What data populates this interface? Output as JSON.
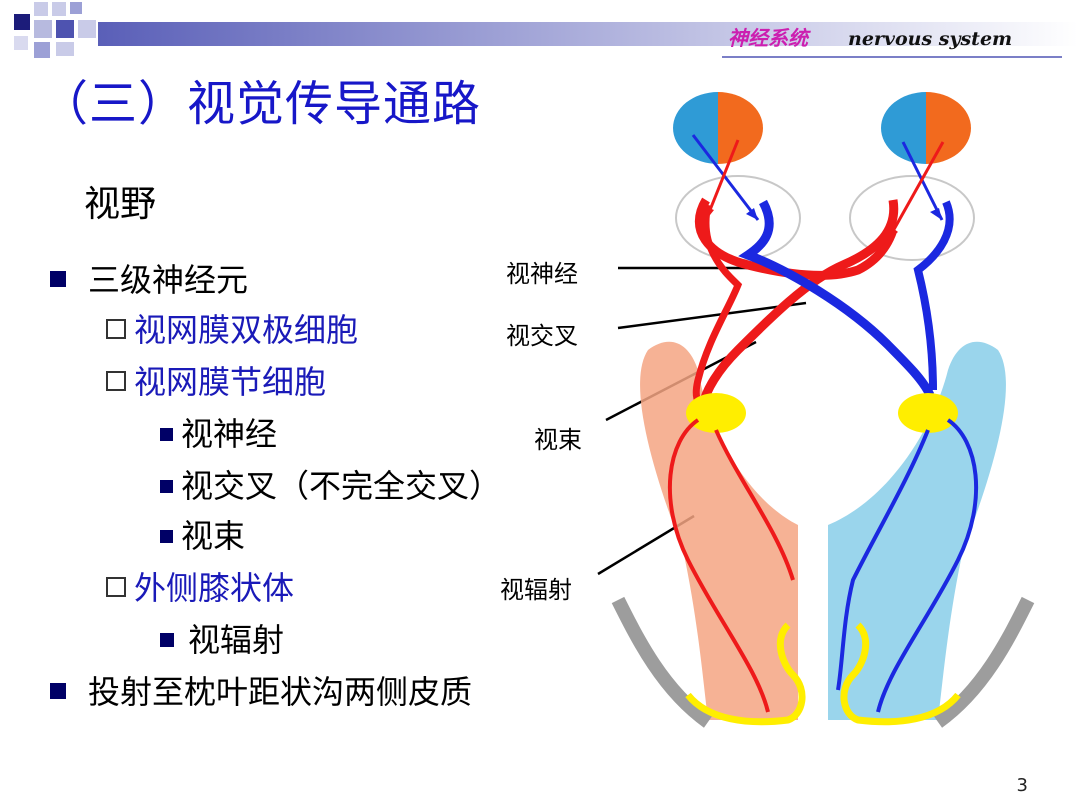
{
  "header": {
    "course_cn": "神经系统",
    "course_en": "nervous system"
  },
  "slide": {
    "title": "（三）视觉传导通路",
    "subtitle": "视野",
    "page_number": "3"
  },
  "outline": [
    {
      "level": 1,
      "text": "三级神经元"
    },
    {
      "level": 2,
      "text": "视网膜双极细胞"
    },
    {
      "level": 2,
      "text": "视网膜节细胞"
    },
    {
      "level": 3,
      "text": "视神经"
    },
    {
      "level": 3,
      "text": "视交叉（不完全交叉）"
    },
    {
      "level": 3,
      "text": "视束"
    },
    {
      "level": 2,
      "text": "外侧膝状体"
    },
    {
      "level": 3,
      "text": "视辐射"
    },
    {
      "level": 1,
      "text": "投射至枕叶距状沟两侧皮质"
    }
  ],
  "figure_labels": {
    "optic_nerve": "视神经",
    "optic_chiasm": "视交叉",
    "optic_tract": "视束",
    "optic_radiation": "视辐射"
  },
  "colors": {
    "title": "#1717c8",
    "course_cn": "#cc1fb0",
    "level2_text": "#1a1ab8",
    "bullet_fill": "#000066",
    "left_field": "#2f9bd6",
    "right_field": "#f26a1e",
    "temporal_pathway": "#1b28e0",
    "nasal_pathway": "#ee1a1a",
    "geniculate": "#ffee00"
  }
}
